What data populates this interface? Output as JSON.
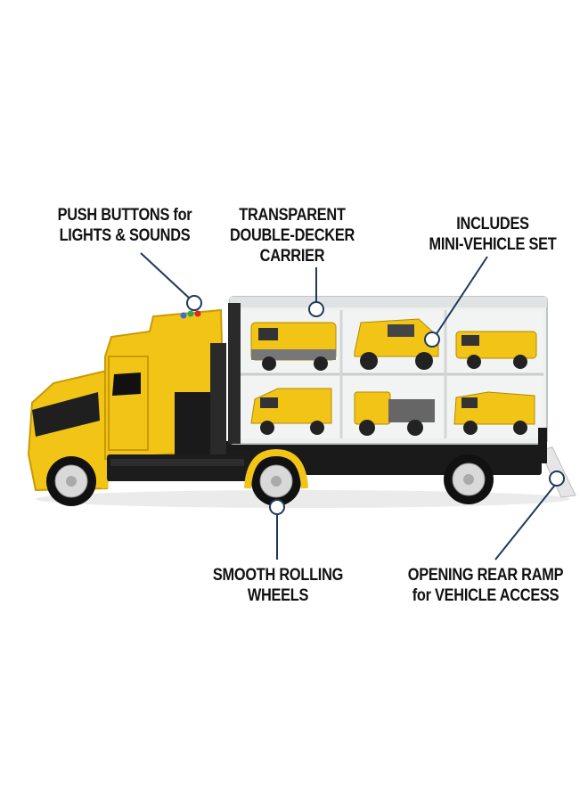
{
  "callouts": {
    "push_buttons": {
      "line1_caps": "PUSH BUTTONS",
      "line1_small": "for",
      "line2": "LIGHTS & SOUNDS"
    },
    "transparent": {
      "line1": "TRANSPARENT",
      "line2": "DOUBLE-DECKER",
      "line3": "CARRIER"
    },
    "includes": {
      "line1": "INCLUDES",
      "line2": "MINI-VEHICLE SET"
    },
    "wheels": {
      "line1": "SMOOTH ROLLING",
      "line2": "WHEELS"
    },
    "ramp": {
      "line1": "OPENING REAR RAMP",
      "line2_small": "for",
      "line2_caps": "VEHICLE ACCESS"
    }
  },
  "colors": {
    "truck_yellow": "#f2c416",
    "truck_shadow": "#d9a80c",
    "chassis_black": "#1a1a1a",
    "callout_line": "#1f3a5a",
    "case_clear": "#e8eaea"
  },
  "icons": [
    "truck-illustration",
    "mini-vehicle-icon",
    "callout-marker-icon"
  ]
}
